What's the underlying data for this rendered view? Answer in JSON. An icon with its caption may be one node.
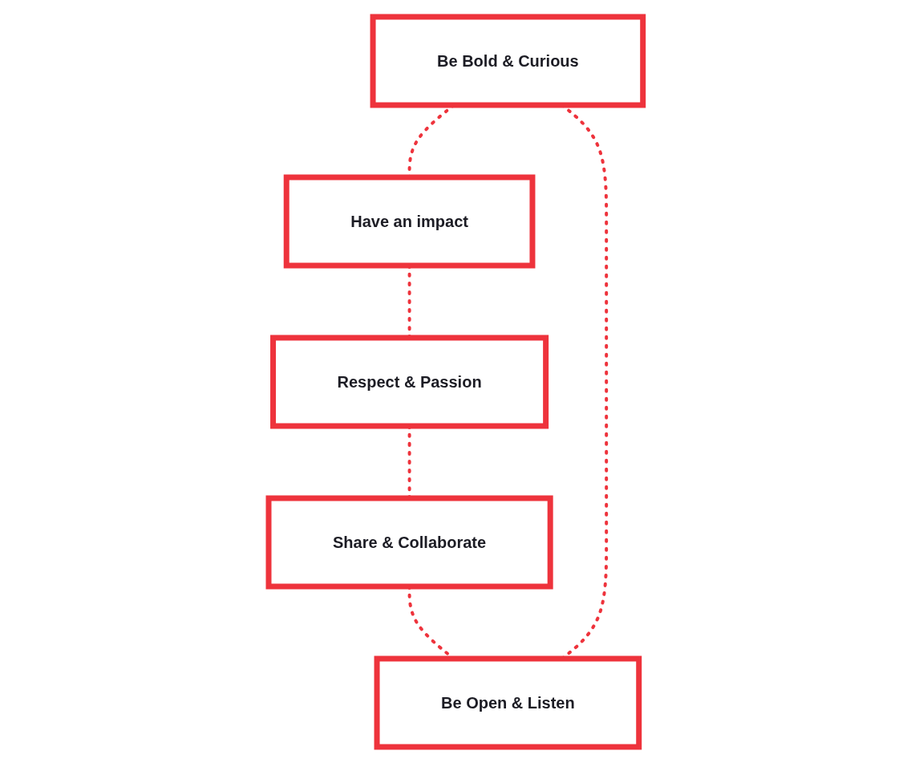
{
  "diagram": {
    "nodes": [
      {
        "text": [
          "Be Bold & Curious"
        ]
      },
      {
        "text": [
          "Be Open & Listen"
        ]
      },
      {
        "text": [
          "Have an impact"
        ]
      },
      {
        "text": [
          "Share & Collaborate"
        ]
      },
      {
        "text": [
          "Respect & Passion"
        ]
      }
    ],
    "edges": [
      {
        "from": 0,
        "to": 2,
        "arrow": "none",
        "style": "dashed"
      },
      {
        "from": 2,
        "to": 4,
        "arrow": "none",
        "style": "dashed"
      },
      {
        "from": 4,
        "to": 3,
        "arrow": "none",
        "style": "dashed"
      },
      {
        "from": 3,
        "to": 1,
        "arrow": "none",
        "style": "dashed"
      },
      {
        "from": 1,
        "to": 0,
        "arrow": "none",
        "style": "dashed"
      }
    ]
  }
}
